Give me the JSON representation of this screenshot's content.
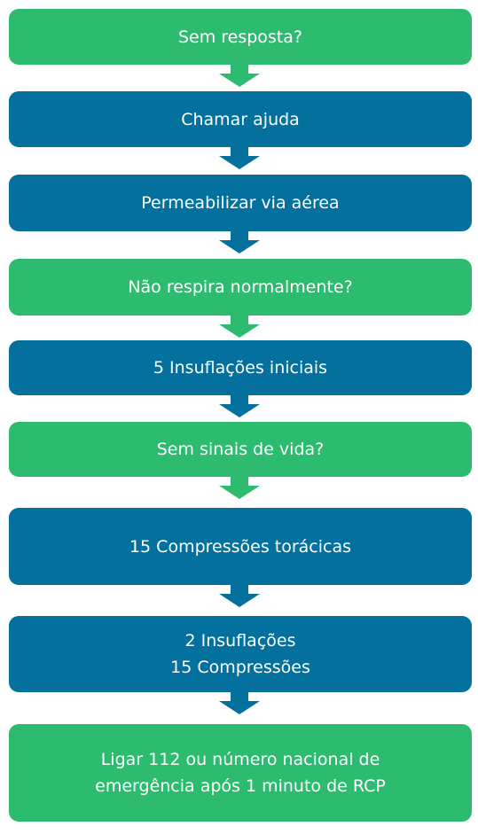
{
  "steps": [
    {
      "text": "Sem resposta?",
      "color": "#2dbb6f"
    },
    {
      "text": "Chamar ajuda",
      "color": "#04709d"
    },
    {
      "text": "Permeabilizar via aérea",
      "color": "#04709d"
    },
    {
      "text": "Não respira normalmente?",
      "color": "#2dbb6f"
    },
    {
      "text": "5 Insuflações iniciais",
      "color": "#04709d"
    },
    {
      "text": "Sem sinais de vida?",
      "color": "#2dbb6f"
    },
    {
      "text": "15 Compressões torácicas",
      "color": "#04709d"
    },
    {
      "text": "2 Insuflações\n15 Compressões",
      "color": "#04709d"
    },
    {
      "text": "Ligar 112 ou número nacional de\nemergência após 1 minuto de RCP",
      "color": "#2dbb6f"
    }
  ]
}
